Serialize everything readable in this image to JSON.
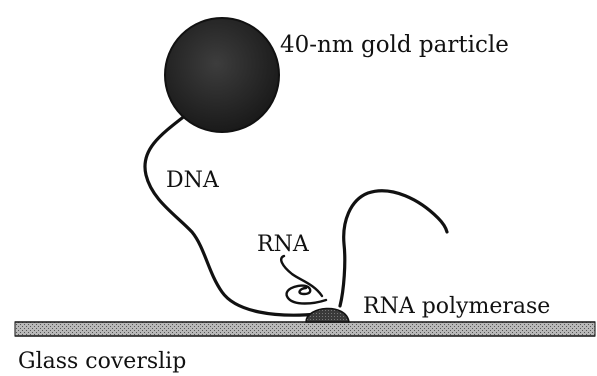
{
  "labels": {
    "gold_particle": "40-nm gold particle",
    "dna": "DNA",
    "rna": "RNA",
    "rna_polymerase": "RNA polymerase",
    "glass_coverslip": "Glass coverslip"
  },
  "colors": {
    "ink": "#111111",
    "particle": "#2a2a2a",
    "coverslip_fill": "#9a9a9a",
    "polymerase": "#4a4a4a"
  }
}
